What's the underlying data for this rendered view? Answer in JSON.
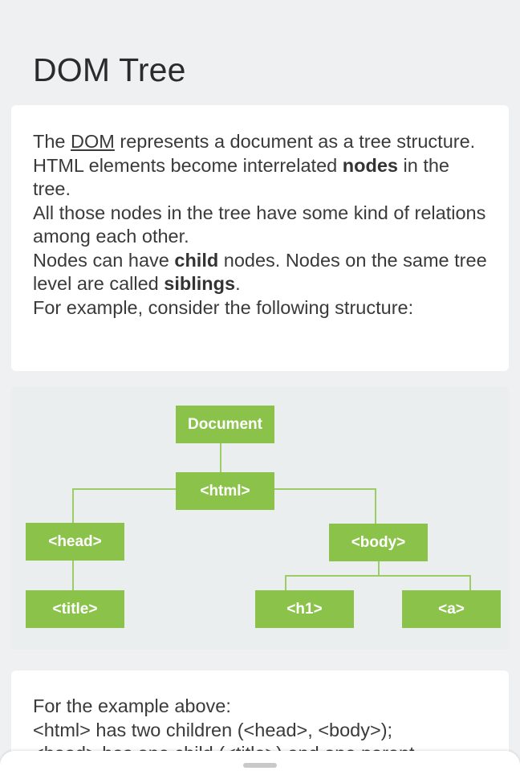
{
  "page": {
    "title": "DOM Tree"
  },
  "intro": {
    "l1a": "The ",
    "l1link": "DOM",
    "l1b": " represents a document as a tree structure.",
    "l2a": "HTML elements become interrelated ",
    "l2b": "nodes",
    "l2c": " in the tree.",
    "l3": "All those nodes in the tree have some kind of relations among each other.",
    "l4a": "Nodes can have ",
    "l4b": "child",
    "l4c": " nodes. Nodes on the same tree level are called ",
    "l4d": "siblings",
    "l4e": ".",
    "l5": "For example, consider the following structure:"
  },
  "tree": {
    "document": "Document",
    "html": "<html>",
    "head": "<head>",
    "body": "<body>",
    "title": "<title>",
    "h1": "<h1>",
    "a": "<a>"
  },
  "example": {
    "l1": "For the example above:",
    "l2": "<html> has two children (<head>, <body>);",
    "l3": "<head> has one child (<title>) and one parent"
  },
  "colors": {
    "node": "#8bc34a",
    "line": "#9ccc65"
  }
}
